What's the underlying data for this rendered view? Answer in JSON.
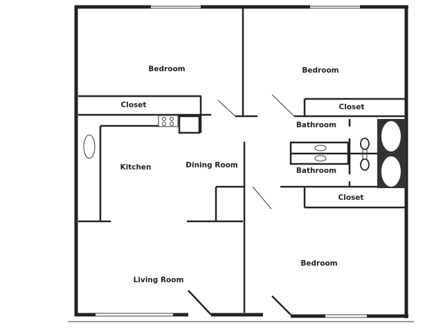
{
  "floor_plan": {
    "rooms": {
      "bedroom_top_left": "Bedroom",
      "bedroom_top_right": "Bedroom",
      "closet_top_left": "Closet",
      "closet_top_right": "Closet",
      "bathroom_top": "Bathroom",
      "bathroom_bottom": "Bathroom",
      "kitchen": "Kitchen",
      "dining_room": "Dining Room",
      "closet_bottom_right": "Closet",
      "living_room": "Living Room",
      "bedroom_bottom_right": "Bedroom"
    },
    "colors": {
      "wall": "#222222",
      "background": "#ffffff",
      "tub_area": "#333333"
    }
  }
}
